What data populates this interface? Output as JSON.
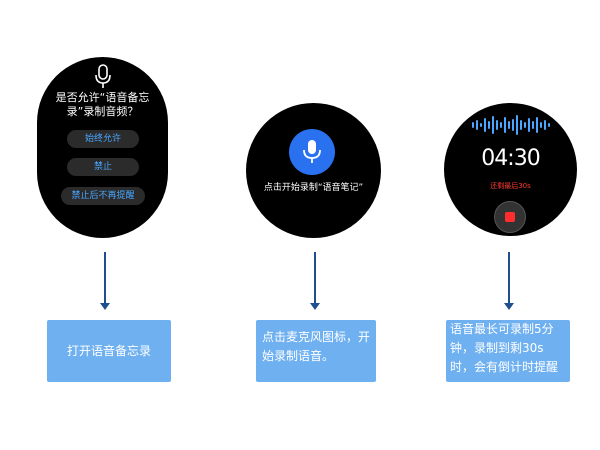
{
  "watch1": {
    "mic_icon": "microphone-outline-icon",
    "prompt": "是否允许“语音备忘录”录制音频？",
    "buttons": [
      "始终允许",
      "禁止",
      "禁止后不再提醒"
    ]
  },
  "watch2": {
    "mic_icon": "microphone-filled-icon",
    "text": "点击开始录制“语音笔记”"
  },
  "watch3": {
    "waveform_icon": "audio-waveform-icon",
    "timer": "04:30",
    "remaining": "还剩最后30s",
    "stop_icon": "stop-record-icon"
  },
  "steps": [
    "打开语音备忘录",
    "点击麦克风图标，开始录制语音。",
    "语音最长可录制5分钟，录制到剩30s时，会有倒计时提醒"
  ],
  "colors": {
    "mic_blue": "#2a71f0",
    "button_text": "#4aa6ff",
    "remain_red": "#ff3b30",
    "box_blue": "#6fb0f0",
    "arrow": "#1f4f8c"
  }
}
